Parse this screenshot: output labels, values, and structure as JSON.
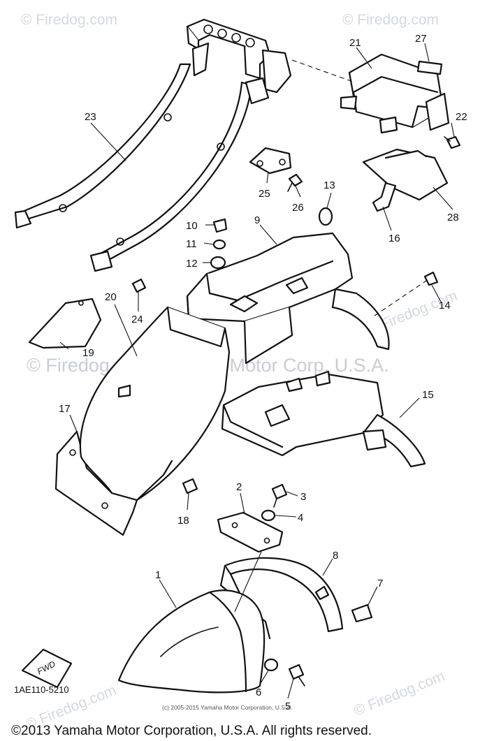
{
  "watermarks": {
    "site": "© Firedog.com",
    "center": "© Firedog.com    Yamaha Motor Corp. U.S.A."
  },
  "callouts": {
    "c1": "1",
    "c2": "2",
    "c3": "3",
    "c4": "4",
    "c5": "5",
    "c6": "6",
    "c7": "7",
    "c8": "8",
    "c9": "9",
    "c10": "10",
    "c11": "11",
    "c12": "12",
    "c13": "13",
    "c14": "14",
    "c15": "15",
    "c16": "16",
    "c17": "17",
    "c18": "18",
    "c19": "19",
    "c20": "20",
    "c21": "21",
    "c22": "22",
    "c23": "23",
    "c24": "24",
    "c25": "25",
    "c26": "26",
    "c27": "27",
    "c28": "28"
  },
  "direction_label": "FWD",
  "diagram_id": "1AE110-5210",
  "source_note": "(c) 2005-2015 Yamaha Motor Corporation, U.S.A.",
  "copyright": "©2013 Yamaha Motor Corporation, U.S.A. All rights reserved."
}
